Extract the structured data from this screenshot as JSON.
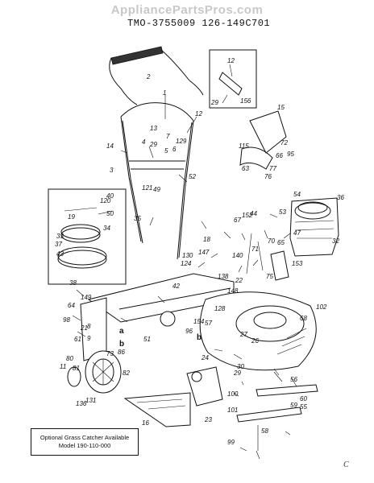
{
  "header": {
    "watermark": "AppliancePartsPros.com",
    "model_line": "TMO-3755009  126-149C701"
  },
  "footer": {
    "catcher_line1": "Optional Grass Catcher Available",
    "catcher_line2": "Model 190-110-000",
    "corner_mark": "C"
  },
  "diagram": {
    "part_labels": [
      {
        "id": "p1",
        "text": "1"
      },
      {
        "id": "p2",
        "text": "2"
      },
      {
        "id": "p3",
        "text": "3"
      },
      {
        "id": "p4",
        "text": "4"
      },
      {
        "id": "p5",
        "text": "5"
      },
      {
        "id": "p6",
        "text": "6"
      },
      {
        "id": "p7",
        "text": "7"
      },
      {
        "id": "p8",
        "text": "8"
      },
      {
        "id": "p9",
        "text": "9"
      },
      {
        "id": "p11",
        "text": "11"
      },
      {
        "id": "p12a",
        "text": "12"
      },
      {
        "id": "p12b",
        "text": "12"
      },
      {
        "id": "p13",
        "text": "13"
      },
      {
        "id": "p14",
        "text": "14"
      },
      {
        "id": "p15",
        "text": "15"
      },
      {
        "id": "p16",
        "text": "16"
      },
      {
        "id": "p18",
        "text": "18"
      },
      {
        "id": "p19",
        "text": "19"
      },
      {
        "id": "p21",
        "text": "21"
      },
      {
        "id": "p22",
        "text": "22"
      },
      {
        "id": "p23",
        "text": "23"
      },
      {
        "id": "p24",
        "text": "24"
      },
      {
        "id": "p26",
        "text": "26"
      },
      {
        "id": "p27",
        "text": "27"
      },
      {
        "id": "p29a",
        "text": "29"
      },
      {
        "id": "p29b",
        "text": "29"
      },
      {
        "id": "p29c",
        "text": "29"
      },
      {
        "id": "p30",
        "text": "30"
      },
      {
        "id": "p32",
        "text": "32"
      },
      {
        "id": "p33",
        "text": "33"
      },
      {
        "id": "p34",
        "text": "34"
      },
      {
        "id": "p35",
        "text": "35"
      },
      {
        "id": "p36",
        "text": "36"
      },
      {
        "id": "p37",
        "text": "37"
      },
      {
        "id": "p38",
        "text": "38"
      },
      {
        "id": "p40",
        "text": "40"
      },
      {
        "id": "p42",
        "text": "42"
      },
      {
        "id": "p43",
        "text": "43"
      },
      {
        "id": "p44",
        "text": "44"
      },
      {
        "id": "p47",
        "text": "47"
      },
      {
        "id": "p49",
        "text": "49"
      },
      {
        "id": "p50",
        "text": "50"
      },
      {
        "id": "p51",
        "text": "51"
      },
      {
        "id": "p52",
        "text": "52"
      },
      {
        "id": "p53",
        "text": "53"
      },
      {
        "id": "p54",
        "text": "54"
      },
      {
        "id": "p55",
        "text": "55"
      },
      {
        "id": "p56",
        "text": "56"
      },
      {
        "id": "p57",
        "text": "57"
      },
      {
        "id": "p58",
        "text": "58"
      },
      {
        "id": "p59",
        "text": "59"
      },
      {
        "id": "p60",
        "text": "60"
      },
      {
        "id": "p61",
        "text": "61"
      },
      {
        "id": "p63",
        "text": "63"
      },
      {
        "id": "p64",
        "text": "64"
      },
      {
        "id": "p65",
        "text": "65"
      },
      {
        "id": "p66",
        "text": "66"
      },
      {
        "id": "p67",
        "text": "67"
      },
      {
        "id": "p68",
        "text": "68"
      },
      {
        "id": "p70",
        "text": "70"
      },
      {
        "id": "p71",
        "text": "71"
      },
      {
        "id": "p72",
        "text": "72"
      },
      {
        "id": "p73",
        "text": "73"
      },
      {
        "id": "p75",
        "text": "75"
      },
      {
        "id": "p76",
        "text": "76"
      },
      {
        "id": "p77",
        "text": "77"
      },
      {
        "id": "p80",
        "text": "80"
      },
      {
        "id": "p81",
        "text": "81"
      },
      {
        "id": "p82",
        "text": "82"
      },
      {
        "id": "p86",
        "text": "86"
      },
      {
        "id": "p95",
        "text": "95"
      },
      {
        "id": "p96",
        "text": "96"
      },
      {
        "id": "p98",
        "text": "98"
      },
      {
        "id": "p99",
        "text": "99"
      },
      {
        "id": "p100",
        "text": "100"
      },
      {
        "id": "p101",
        "text": "101"
      },
      {
        "id": "p102",
        "text": "102"
      },
      {
        "id": "p115",
        "text": "115"
      },
      {
        "id": "p120",
        "text": "120"
      },
      {
        "id": "p121",
        "text": "121"
      },
      {
        "id": "p124",
        "text": "124"
      },
      {
        "id": "p128",
        "text": "128"
      },
      {
        "id": "p129",
        "text": "129"
      },
      {
        "id": "p130",
        "text": "130"
      },
      {
        "id": "p131",
        "text": "131"
      },
      {
        "id": "p136",
        "text": "136"
      },
      {
        "id": "p138",
        "text": "138"
      },
      {
        "id": "p140",
        "text": "140"
      },
      {
        "id": "p147",
        "text": "147"
      },
      {
        "id": "p148",
        "text": "148"
      },
      {
        "id": "p149",
        "text": "149"
      },
      {
        "id": "p152",
        "text": "152"
      },
      {
        "id": "p153",
        "text": "153"
      },
      {
        "id": "p154",
        "text": "154"
      },
      {
        "id": "p156",
        "text": "156"
      },
      {
        "id": "la",
        "text": "a"
      },
      {
        "id": "lb",
        "text": "b"
      },
      {
        "id": "lb2",
        "text": "b"
      }
    ]
  }
}
